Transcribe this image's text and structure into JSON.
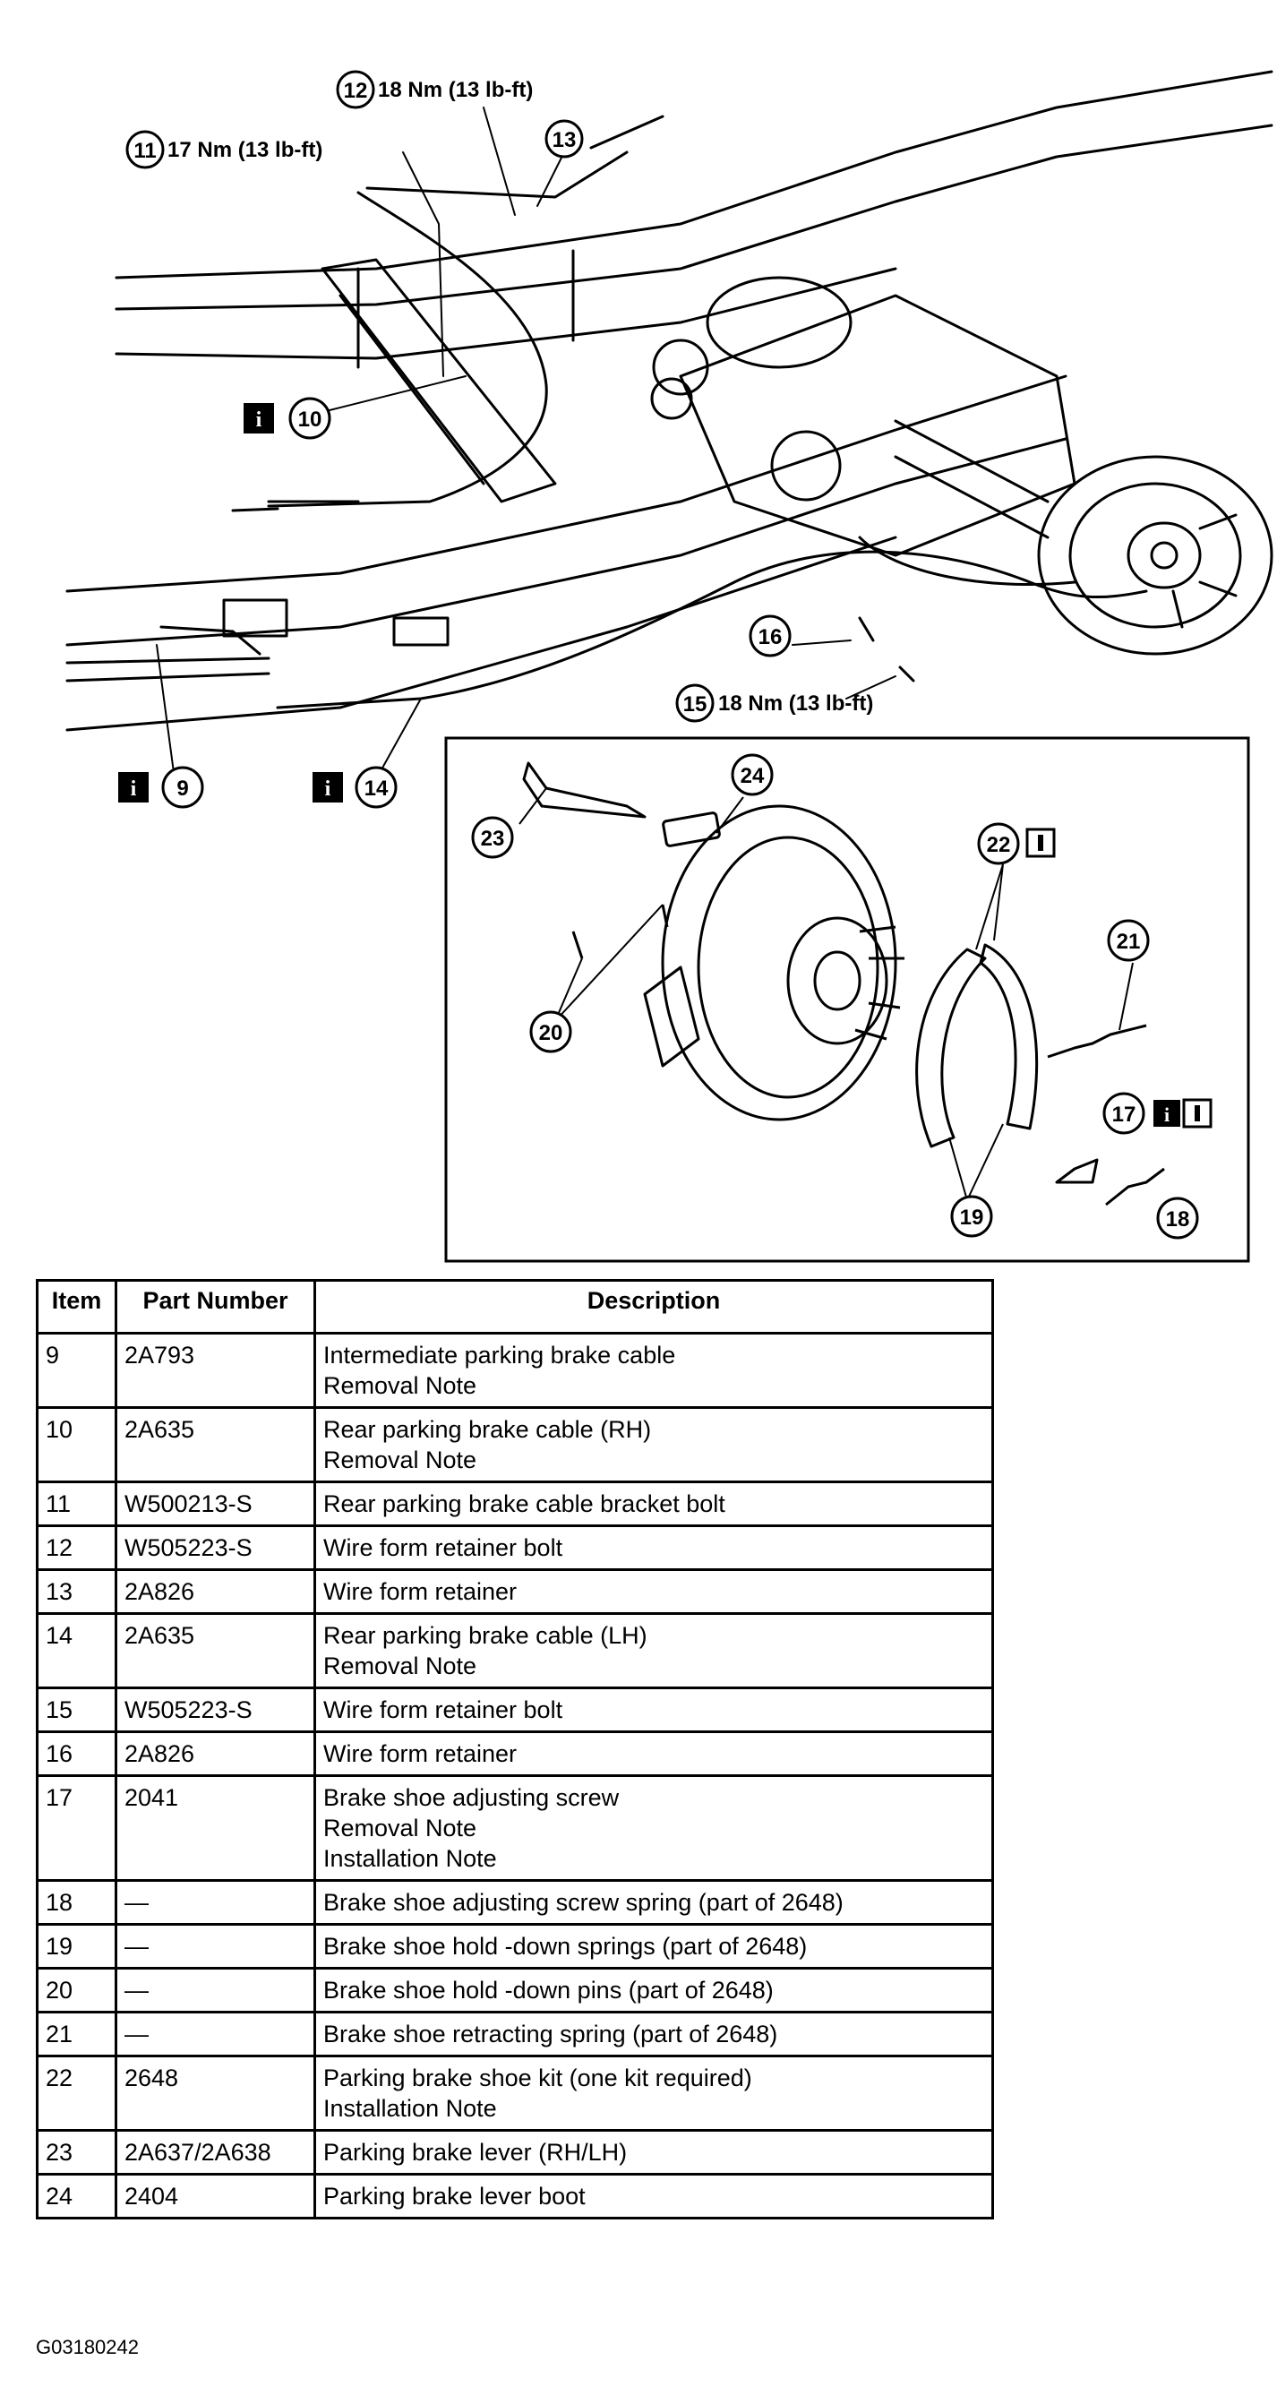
{
  "diagram": {
    "torque_labels": {
      "t11": "17 Nm (13 lb-ft)",
      "t12": "18 Nm (13 lb-ft)",
      "t15": "18 Nm (13 lb-ft)"
    },
    "callouts": [
      "9",
      "10",
      "11",
      "12",
      "13",
      "14",
      "15",
      "16",
      "17",
      "18",
      "19",
      "20",
      "21",
      "22",
      "23",
      "24"
    ],
    "info_marker": "i"
  },
  "table": {
    "headers": [
      "Item",
      "Part Number",
      "Description"
    ],
    "rows": [
      {
        "item": "9",
        "part": "2A793",
        "desc": [
          "Intermediate parking brake cable",
          "Removal Note"
        ]
      },
      {
        "item": "10",
        "part": "2A635",
        "desc": [
          "Rear parking brake cable (RH)",
          "Removal Note"
        ]
      },
      {
        "item": "11",
        "part": "W500213-S",
        "desc": [
          "Rear parking brake cable bracket bolt"
        ]
      },
      {
        "item": "12",
        "part": "W505223-S",
        "desc": [
          "Wire form retainer bolt"
        ]
      },
      {
        "item": "13",
        "part": "2A826",
        "desc": [
          "Wire form retainer"
        ]
      },
      {
        "item": "14",
        "part": "2A635",
        "desc": [
          "Rear parking brake cable (LH)",
          "Removal Note"
        ]
      },
      {
        "item": "15",
        "part": "W505223-S",
        "desc": [
          "Wire form retainer bolt"
        ]
      },
      {
        "item": "16",
        "part": "2A826",
        "desc": [
          "Wire form retainer"
        ]
      },
      {
        "item": "17",
        "part": "2041",
        "desc": [
          "Brake shoe adjusting screw",
          "Removal Note",
          "Installation Note"
        ]
      },
      {
        "item": "18",
        "part": "—",
        "desc": [
          "Brake shoe adjusting screw spring (part of 2648)"
        ]
      },
      {
        "item": "19",
        "part": "—",
        "desc": [
          "Brake shoe hold -down springs (part of 2648)"
        ]
      },
      {
        "item": "20",
        "part": "—",
        "desc": [
          "Brake shoe hold -down pins (part of 2648)"
        ]
      },
      {
        "item": "21",
        "part": "—",
        "desc": [
          "Brake shoe retracting spring (part of 2648)"
        ]
      },
      {
        "item": "22",
        "part": "2648",
        "desc": [
          "Parking brake shoe kit (one kit required)",
          "Installation Note"
        ]
      },
      {
        "item": "23",
        "part": "2A637/2A638",
        "desc": [
          "Parking brake lever (RH/LH)"
        ]
      },
      {
        "item": "24",
        "part": "2404",
        "desc": [
          "Parking brake lever boot"
        ]
      }
    ]
  },
  "figure_id": "G03180242"
}
